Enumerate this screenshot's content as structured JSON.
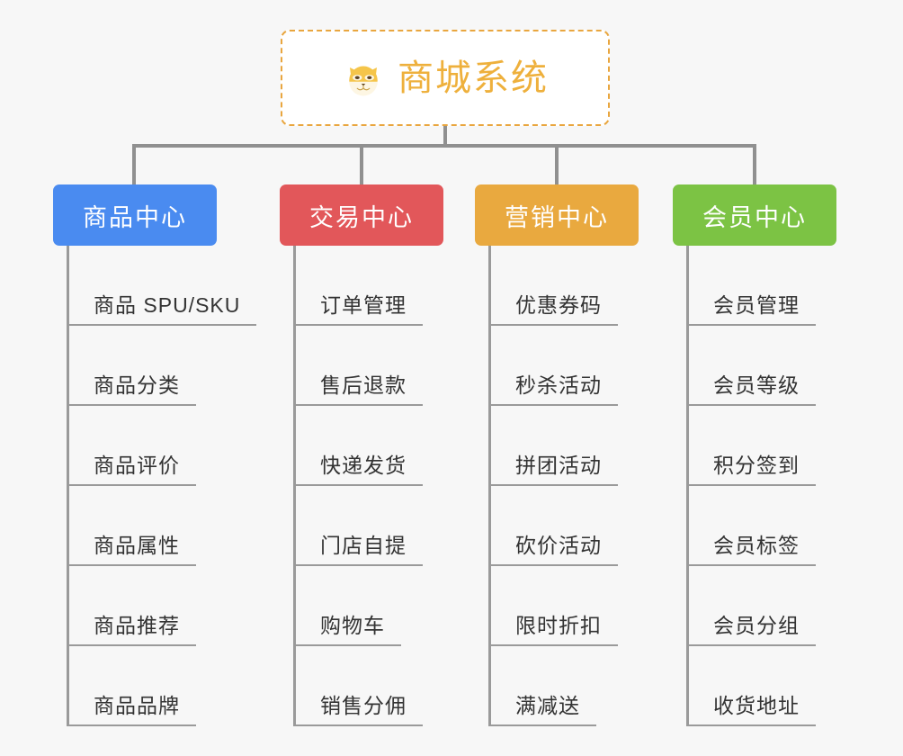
{
  "root": {
    "title": "商城系统",
    "icon": "shiba-dog-icon",
    "accent_color": "#eeb03c",
    "border_color": "#e9a63f",
    "background": "#ffffff"
  },
  "canvas": {
    "background": "#f7f7f7",
    "connector_color": "#909090"
  },
  "columns": [
    {
      "label": "商品中心",
      "color": "#4a8bf0",
      "items": [
        "商品 SPU/SKU",
        "商品分类",
        "商品评价",
        "商品属性",
        "商品推荐",
        "商品品牌"
      ]
    },
    {
      "label": "交易中心",
      "color": "#e2575a",
      "items": [
        "订单管理",
        "售后退款",
        "快递发货",
        "门店自提",
        "购物车",
        "销售分佣"
      ]
    },
    {
      "label": "营销中心",
      "color": "#e9a93f",
      "items": [
        "优惠券码",
        "秒杀活动",
        "拼团活动",
        "砍价活动",
        "限时折扣",
        "满减送"
      ]
    },
    {
      "label": "会员中心",
      "color": "#7cc344",
      "items": [
        "会员管理",
        "会员等级",
        "积分签到",
        "会员标签",
        "会员分组",
        "收货地址"
      ]
    }
  ]
}
